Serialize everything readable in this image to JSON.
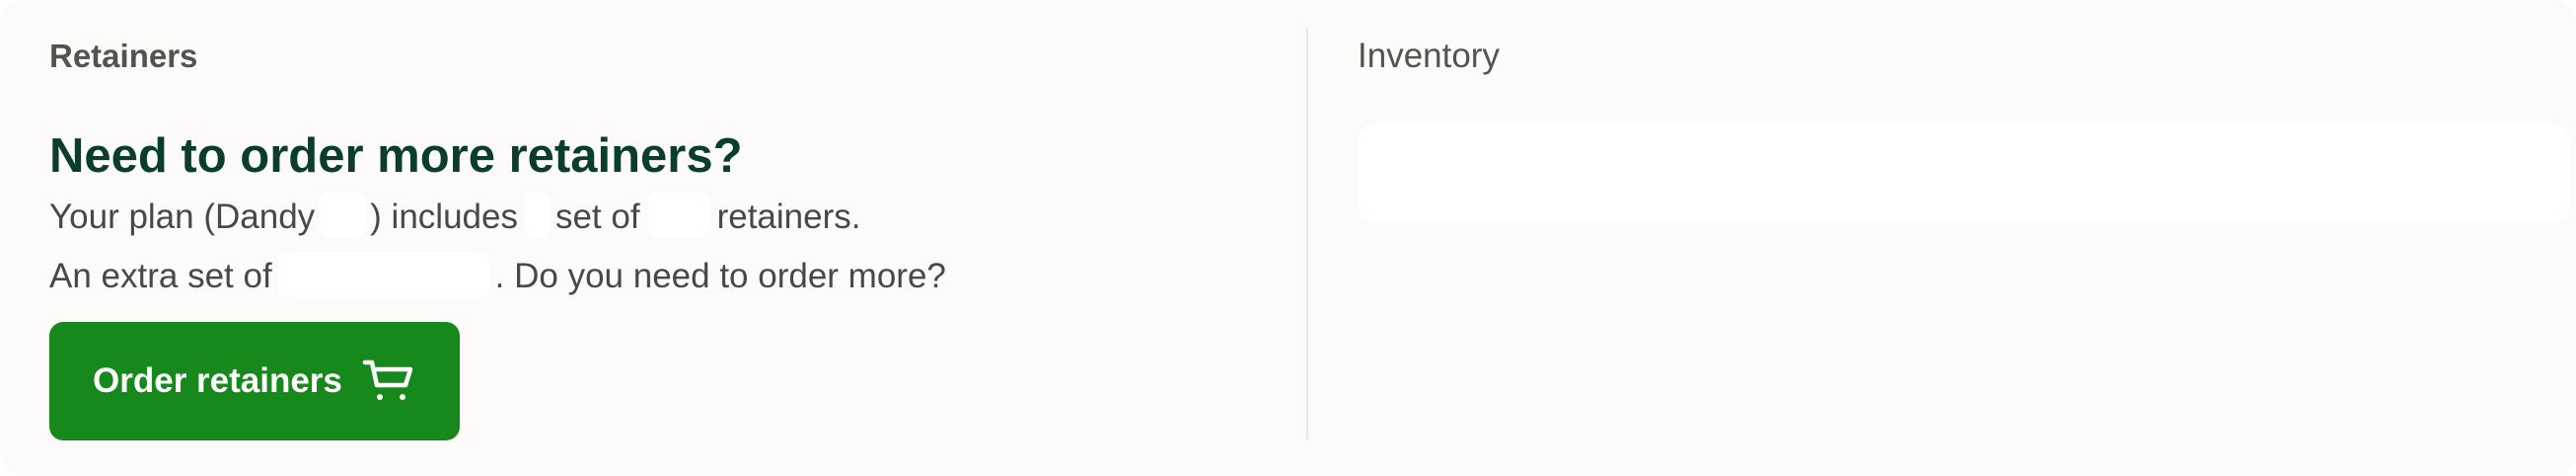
{
  "retainers": {
    "section_label": "Retainers",
    "headline": "Need to order more retainers?",
    "plan_text_1": "Your plan (Dandy",
    "plan_text_2": ") includes",
    "plan_text_3": "set of",
    "plan_text_4": "retainers.",
    "extra_text_1": "An extra set of",
    "extra_text_2": ". Do you need to order more?",
    "order_button_label": "Order retainers",
    "order_button_icon": "shopping-cart-icon",
    "button_color": "#17891c",
    "headline_color": "#0b3d2e"
  },
  "inventory": {
    "section_label": "Inventory"
  }
}
